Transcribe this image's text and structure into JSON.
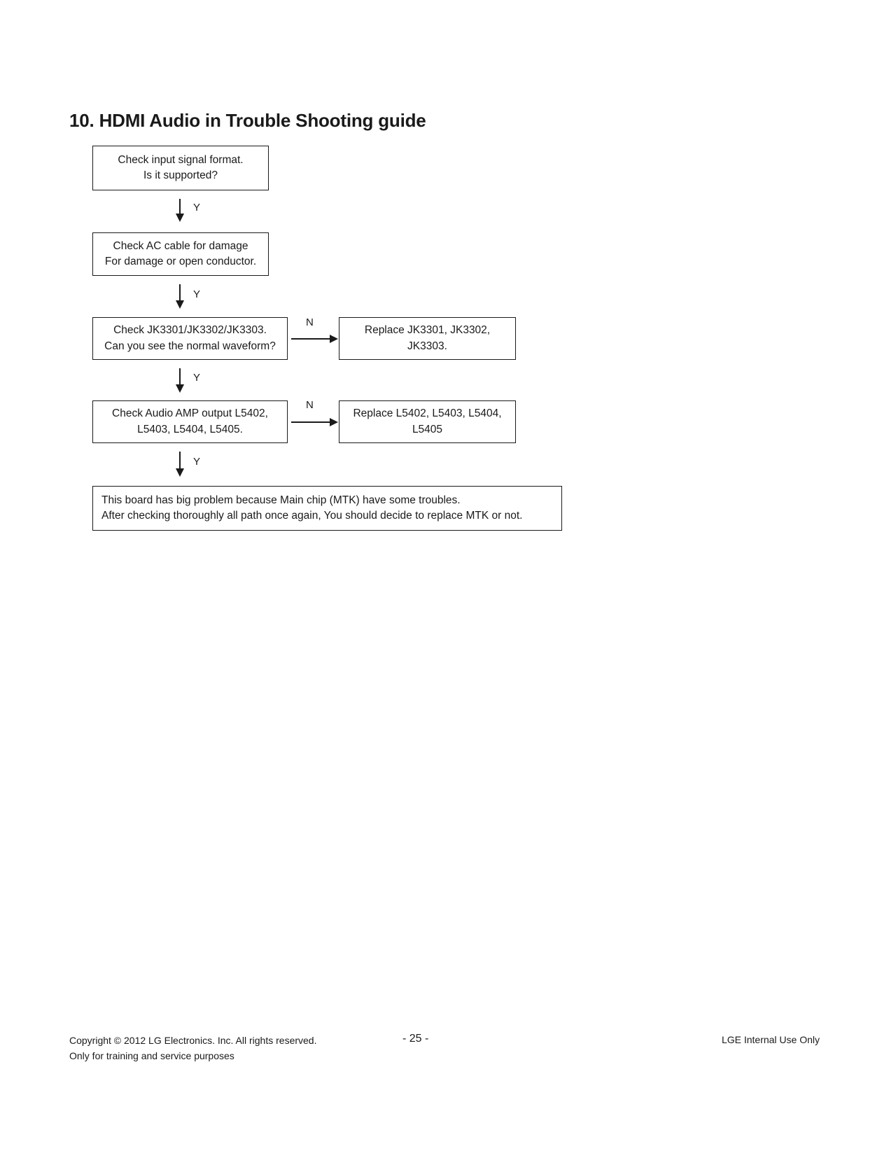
{
  "document": {
    "title": "10. HDMI Audio in Trouble Shooting guide"
  },
  "flowchart": {
    "type": "flowchart",
    "nodes": [
      {
        "id": "check-input-signal",
        "lines": [
          "Check input signal format.",
          "Is it supported?"
        ]
      },
      {
        "id": "check-ac-cable",
        "lines": [
          "Check AC cable for damage",
          "For damage or open conductor."
        ]
      },
      {
        "id": "check-jk",
        "lines": [
          "Check JK3301/JK3302/JK3303.",
          "Can you see the normal waveform?"
        ]
      },
      {
        "id": "replace-jk",
        "lines": [
          "Replace JK3301, JK3302,",
          "JK3303."
        ]
      },
      {
        "id": "check-audio-amp",
        "lines": [
          "Check Audio AMP output L5402,",
          "L5403, L5404, L5405."
        ]
      },
      {
        "id": "replace-l",
        "lines": [
          "Replace L5402, L5403, L5404,",
          "L5405"
        ]
      },
      {
        "id": "conclusion",
        "lines": [
          "This board has big problem because Main chip (MTK) have some troubles.",
          "After checking thoroughly all path once again, You should decide to replace MTK or not."
        ]
      }
    ],
    "edges": [
      {
        "id": "e1",
        "from": "check-input-signal",
        "to": "check-ac-cable",
        "label": "Y",
        "direction": "down"
      },
      {
        "id": "e2",
        "from": "check-ac-cable",
        "to": "check-jk",
        "label": "Y",
        "direction": "down"
      },
      {
        "id": "e3",
        "from": "check-jk",
        "to": "replace-jk",
        "label": "N",
        "direction": "right"
      },
      {
        "id": "e4",
        "from": "check-jk",
        "to": "check-audio-amp",
        "label": "Y",
        "direction": "down"
      },
      {
        "id": "e5",
        "from": "check-audio-amp",
        "to": "replace-l",
        "label": "N",
        "direction": "right"
      },
      {
        "id": "e6",
        "from": "check-audio-amp",
        "to": "conclusion",
        "label": "Y",
        "direction": "down"
      }
    ]
  },
  "footer": {
    "copyright_line1": "Copyright  © 2012  LG Electronics. Inc. All rights reserved.",
    "copyright_line2": "Only for training and service purposes",
    "page_number": "- 25 -",
    "notice": "LGE Internal Use Only"
  }
}
